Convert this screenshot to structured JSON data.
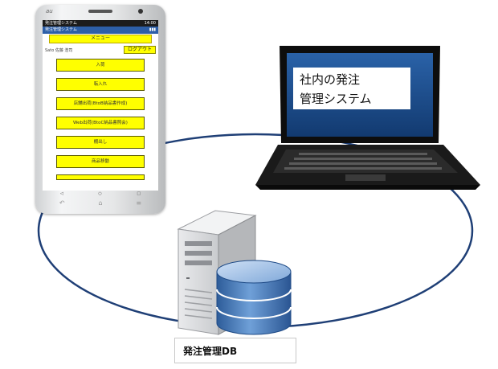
{
  "phone": {
    "carrier_logo": "au",
    "status_left": "発注管理システム",
    "status_right": "14:00",
    "menu_title": "メニュー",
    "user_text": "Sato 佐藤 浩司",
    "logout_label": "ログアウト",
    "menu_items": [
      "入荷",
      "転入れ",
      "店舗出荷(BtoB納品書作成)",
      "Web出荷(BtoC納品書照会)",
      "棚出し",
      "商品移動"
    ]
  },
  "laptop": {
    "line1": "社内の発注",
    "line2": "管理システム"
  },
  "database": {
    "caption": "発注管理DB"
  },
  "colors": {
    "ring": "#1f3f76",
    "db_blue": "#4a7fc1",
    "laptop_screen": "#1f4e8c",
    "menu_yellow": "#ffff00"
  }
}
